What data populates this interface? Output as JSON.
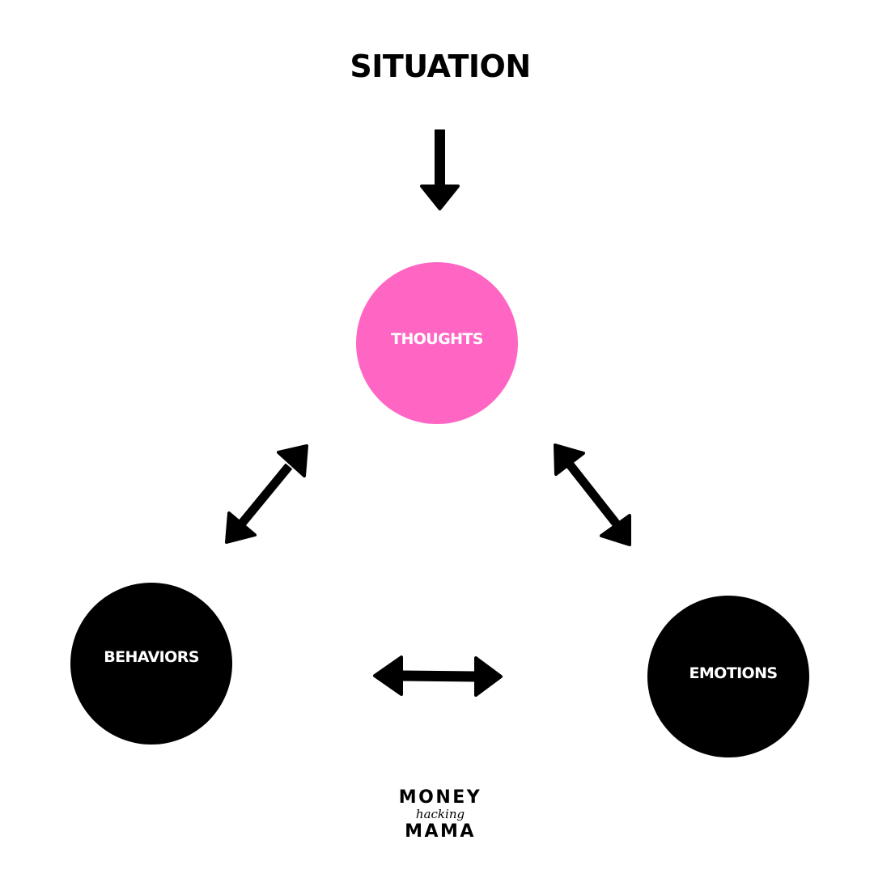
{
  "title": "SITUATION",
  "nodes": {
    "thoughts": {
      "label": "THOUGHTS",
      "color": "#FF66C4"
    },
    "behaviors": {
      "label": "BEHAVIORS",
      "color": "#000000"
    },
    "emotions": {
      "label": "EMOTIONS",
      "color": "#000000"
    }
  },
  "arrows": [
    {
      "from": "SITUATION",
      "to": "THOUGHTS",
      "direction": "one-way"
    },
    {
      "from": "THOUGHTS",
      "to": "BEHAVIORS",
      "direction": "two-way"
    },
    {
      "from": "THOUGHTS",
      "to": "EMOTIONS",
      "direction": "two-way"
    },
    {
      "from": "BEHAVIORS",
      "to": "EMOTIONS",
      "direction": "two-way"
    }
  ],
  "brand": {
    "top": "MONEY",
    "middle": "hacking",
    "bottom": "MAMA"
  }
}
